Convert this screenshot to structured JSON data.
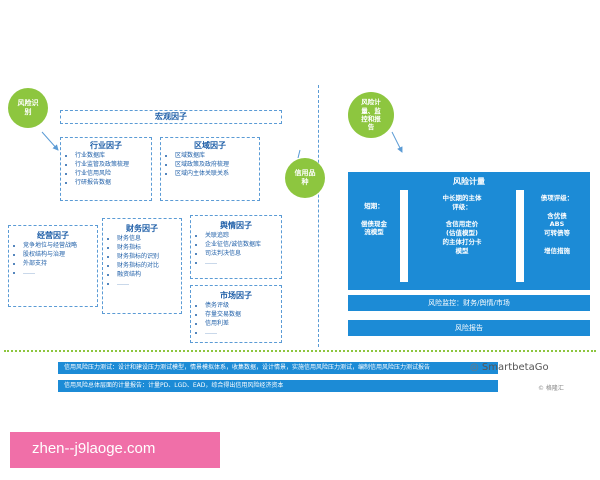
{
  "left": {
    "risk_identification": "风险识\n别",
    "macro": "宏观因子",
    "industry": {
      "title": "行业因子",
      "items": [
        "行业数据库",
        "行业监管及政策梳理",
        "行业信用风险",
        "行研报告数据"
      ]
    },
    "regional": {
      "title": "区域因子",
      "items": [
        "区域数据库",
        "区域政策及政府梳理",
        "区域内主体关联关系"
      ]
    },
    "operation": {
      "title": "经营因子",
      "items": [
        "竞争地位与经营战略",
        "股权结构与治理",
        "外部支持",
        "……"
      ]
    },
    "financial": {
      "title": "财务因子",
      "items": [
        "财务信息",
        "财务指标",
        "财务指标的识别",
        "财务指标的对比",
        "融资结构",
        "……"
      ]
    },
    "sentiment": {
      "title": "舆情因子",
      "items": [
        "关联追踪",
        "企业征信/诚信数据库",
        "司法判决信息",
        "……"
      ]
    },
    "market": {
      "title": "市场因子",
      "items": [
        "债务评级",
        "存量交易数据",
        "信用利差",
        "……"
      ]
    }
  },
  "center": {
    "risk_products": "信用品\n种"
  },
  "right": {
    "risk_measurement_circle": "风险计\n量、监\n控和报\n告",
    "measurement_title": "风险计量",
    "short_term": "短期：\n\n偿债现金\n流模型",
    "mid_long": "中长期的主体\n评级：\n\n含信用定价\n(估值模型)\n的主体打分卡\n模型",
    "debt_rating": "债项评级：\n\n含优债\nABS\n可转债等\n\n增信措施",
    "monitoring": "风险监控：财务/舆情/市场",
    "report": "风险报告"
  },
  "bottom": {
    "stress_test": "信用风险压力测试：设计和建设压力测试模型，情景模拟体系，收集数据，设计情景，实施信用风险压力测试，编制信用风险压力测试报告",
    "report_text": "信用风险总体层面的计量报告：计量PD、LGD、EAD，综合得出信用风险经济资本",
    "wechat": "SmartbetaGo",
    "source": "© 格隆汇"
  },
  "watermark": "zhen--j9laoge.com",
  "colors": {
    "green": "#8dc63f",
    "blue": "#1c8bd6",
    "pink": "#f06fa8"
  }
}
